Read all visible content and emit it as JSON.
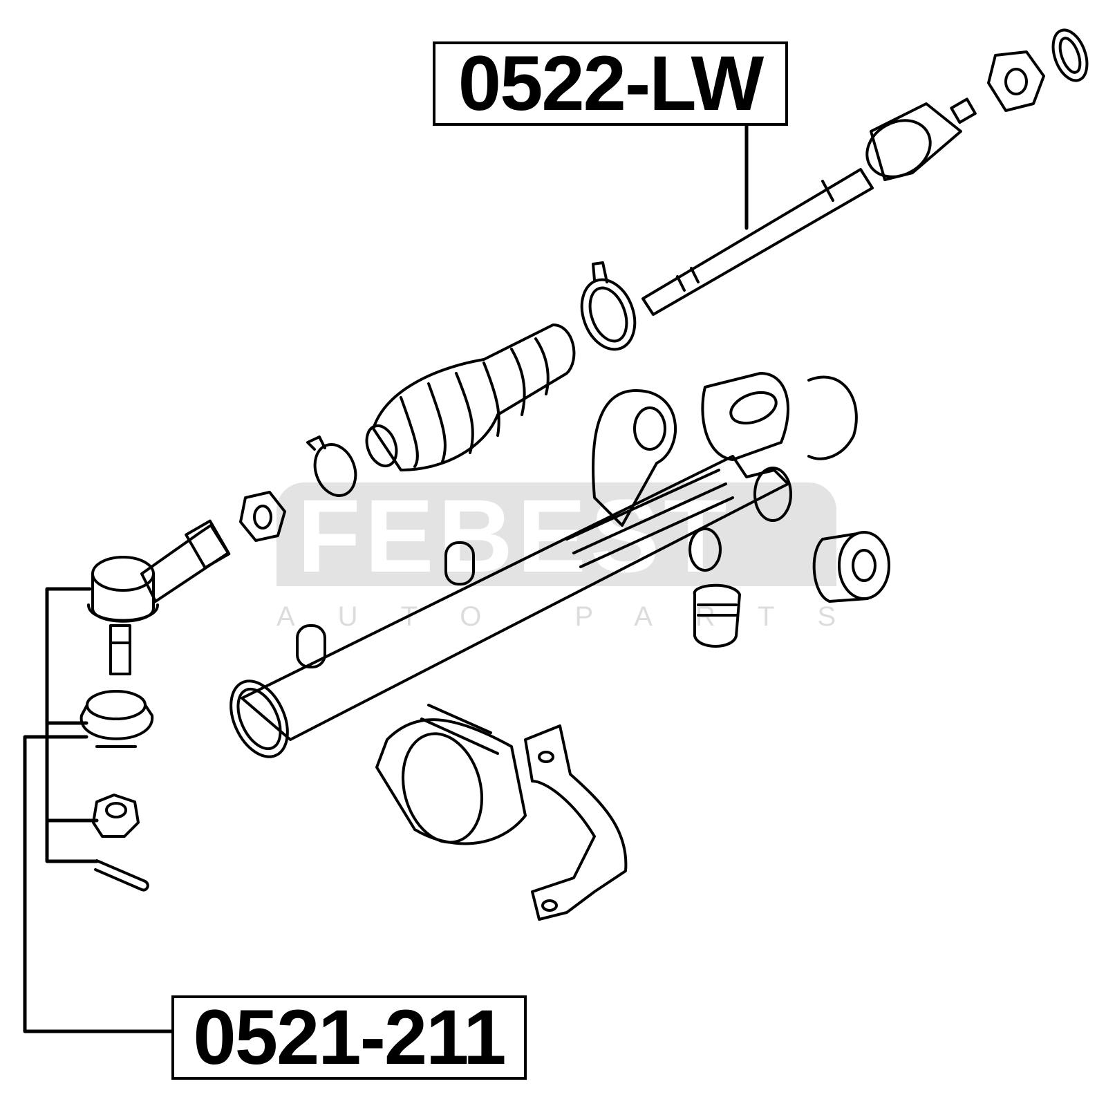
{
  "diagram": {
    "type": "steering rack exploded parts diagram",
    "part_labels": [
      {
        "id": "inner-tie-rod",
        "text": "0522-LW"
      },
      {
        "id": "tie-rod-end",
        "text": "0521-211"
      }
    ],
    "watermark": {
      "brand": "FEBEST",
      "tagline": "AUTO PARTS"
    }
  }
}
